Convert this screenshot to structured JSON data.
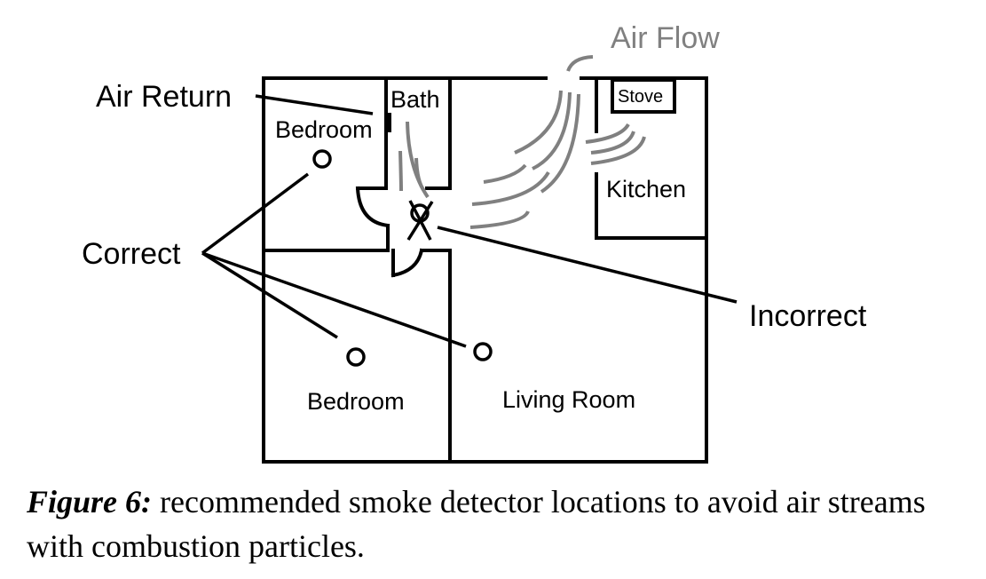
{
  "labels": {
    "air_flow": "Air Flow",
    "air_return": "Air Return",
    "correct": "Correct",
    "incorrect": "Incorrect"
  },
  "rooms": {
    "bath": "Bath",
    "bedroom_upper": "Bedroom",
    "stove": "Stove",
    "kitchen": "Kitchen",
    "bedroom_lower": "Bedroom",
    "living_room": "Living Room"
  },
  "caption": {
    "figure_label": "Figure 6:",
    "text": " recommended smoke detector locations to avoid air streams with combustion particles."
  },
  "colors": {
    "walls": "#000000",
    "air_flow": "#808080"
  }
}
